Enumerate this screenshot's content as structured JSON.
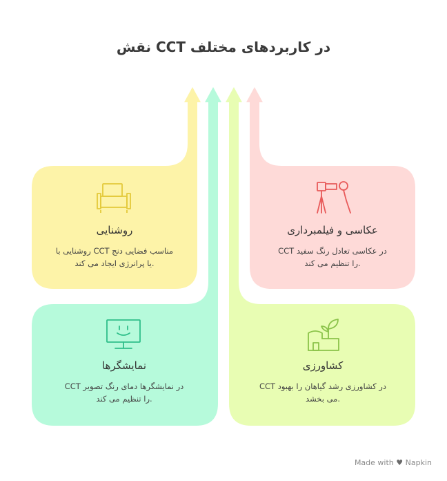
{
  "title": "در کاربردهای مختلف CCT نقش",
  "cards": [
    {
      "title": "روشنایی",
      "icon": "sofa-icon",
      "desc_line1": "مناسب فضایی دنج CCT روشنایی با",
      "desc_line2": ".یا پرانرژی ایجاد می کند",
      "color": "#fdf3a8",
      "stroke": "#e3c93a"
    },
    {
      "title": "عکاسی و فیلمبرداری",
      "icon": "tripod-camera-icon",
      "desc_line1": "در عکاسی تعادل رنگ سفید CCT",
      "desc_line2": ".را تنظیم می کند",
      "color": "#fedad8",
      "stroke": "#e85a5a"
    },
    {
      "title": "نمایشگرها",
      "icon": "monitor-icon",
      "desc_line1": "در نمایشگرها دمای رنگ تصویر CCT",
      "desc_line2": ".را تنظیم می کند",
      "color": "#b6fadb",
      "stroke": "#2fbf8a"
    },
    {
      "title": "کشاورزی",
      "icon": "plant-greenhouse-icon",
      "desc_line1": "در کشاورزی رشد گیاهان را بهبود CCT",
      "desc_line2": ".می بخشد",
      "color": "#e8fdb3",
      "stroke": "#8bc34a"
    }
  ],
  "footer": {
    "made_with": "Made with",
    "brand": "Napkin"
  }
}
